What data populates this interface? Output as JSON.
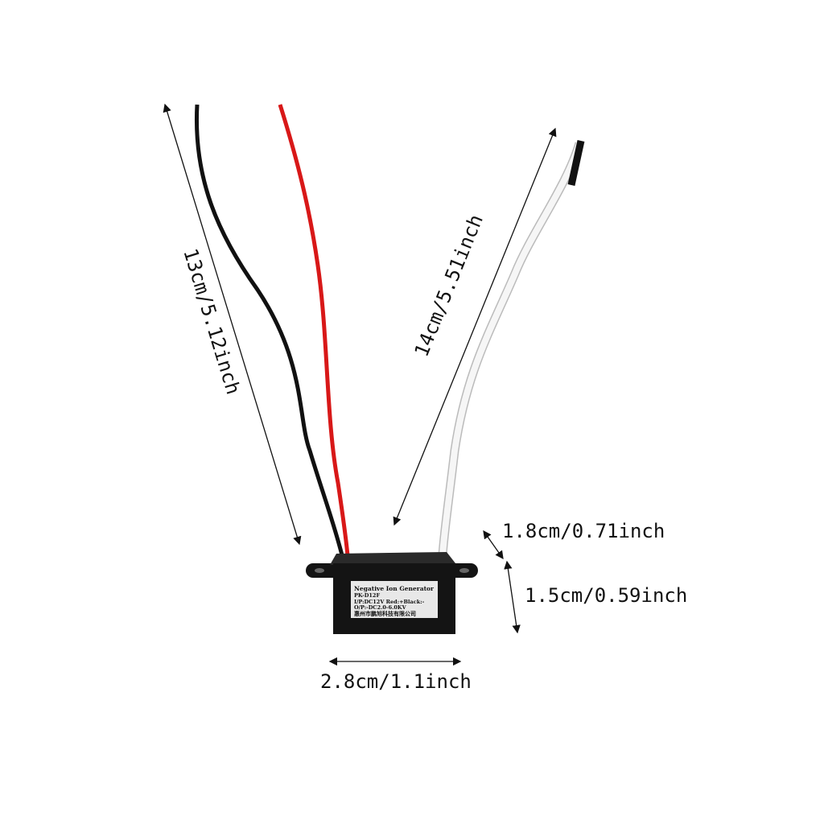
{
  "dimensions": {
    "black_red_wire_length": "13cm/5.12inch",
    "white_wire_length": "14cm/5.51inch",
    "body_depth": "1.8cm/0.71inch",
    "body_height": "1.5cm/0.59inch",
    "body_width": "2.8cm/1.1inch"
  },
  "label": {
    "title": "Negative Ion Generator",
    "model": "PK-D12F",
    "input": "I/P:DC12V Red:+Black:-",
    "output": "O/P:-DC2.0-6.0KV",
    "maker": "惠州市鹏旭科技有限公司"
  },
  "colors": {
    "red_wire": "#d81818",
    "black_wire": "#111111",
    "white_wire": "#f4f4f4",
    "body": "#141414"
  }
}
